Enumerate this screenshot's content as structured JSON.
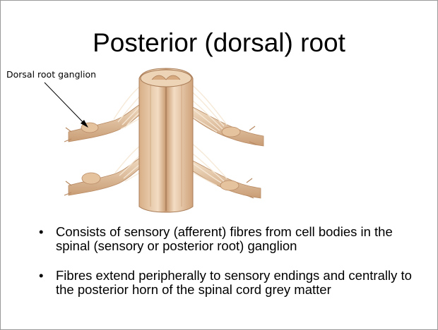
{
  "slide": {
    "title": "Posterior (dorsal) root",
    "annotation": "Dorsal root ganglion",
    "bullet_symbol": "•",
    "bullets": [
      "Consists of sensory (afferent) fibres from cell bodies in the spinal (sensory or posterior root) ganglion",
      "Fibres extend peripherally to sensory endings and centrally to the posterior horn of the spinal cord grey matter"
    ]
  },
  "colors": {
    "text": "#000000",
    "border": "#9a9a9a",
    "tissue": "#e9c9a6",
    "tissue_shadow": "#c9a07a",
    "fibre": "#f3e3cf"
  }
}
